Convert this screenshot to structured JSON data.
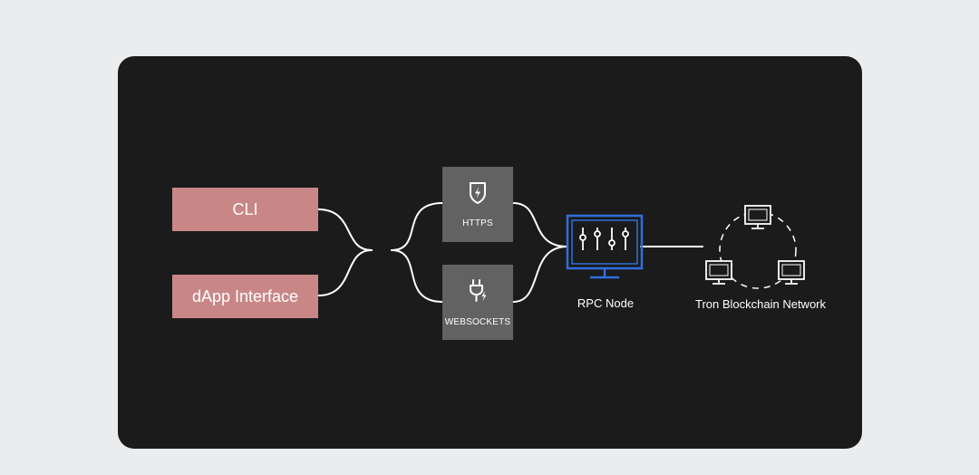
{
  "clients": [
    {
      "label": "CLI"
    },
    {
      "label": "dApp Interface"
    }
  ],
  "protocols": [
    {
      "label": "HTTPS",
      "icon": "shield-lightning-icon"
    },
    {
      "label": "WEBSOCKETS",
      "icon": "plug-lightning-icon"
    }
  ],
  "node": {
    "label": "RPC Node",
    "icon": "monitor-sliders-icon"
  },
  "network": {
    "label": "Tron Blockchain Network",
    "icon": "computer-ring-icon"
  },
  "colors": {
    "background": "#ebecee",
    "panel": "#1b1b1b",
    "client_box": "#c98686",
    "protocol_box": "#626262",
    "node_accent": "#2f6fe0",
    "line": "#ffffff"
  }
}
